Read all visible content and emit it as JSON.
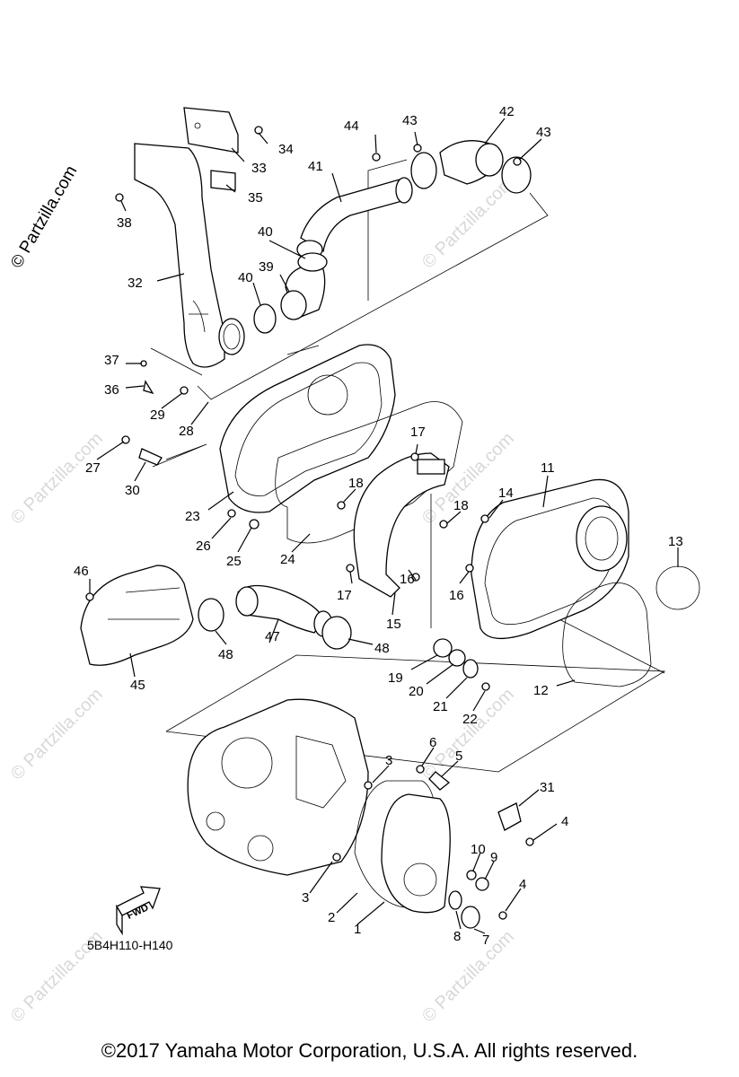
{
  "diagram": {
    "figure_code": "5B4H110-H140",
    "fwd_label": "FWD",
    "watermark_side": "© Partzilla.com",
    "watermark_tile": "© Partzilla.com",
    "callouts": {
      "c1": "1",
      "c2": "2",
      "c3a": "3",
      "c3b": "3",
      "c4a": "4",
      "c4b": "4",
      "c5": "5",
      "c6": "6",
      "c7": "7",
      "c8": "8",
      "c9": "9",
      "c10": "10",
      "c11": "11",
      "c12": "12",
      "c13": "13",
      "c14": "14",
      "c15": "15",
      "c16a": "16",
      "c16b": "16",
      "c17a": "17",
      "c17b": "17",
      "c18a": "18",
      "c18b": "18",
      "c19": "19",
      "c20": "20",
      "c21": "21",
      "c22": "22",
      "c23": "23",
      "c24": "24",
      "c25": "25",
      "c26": "26",
      "c27": "27",
      "c28": "28",
      "c29": "29",
      "c30": "30",
      "c31": "31",
      "c32": "32",
      "c33": "33",
      "c34": "34",
      "c35": "35",
      "c36": "36",
      "c37": "37",
      "c38": "38",
      "c39": "39",
      "c40a": "40",
      "c40b": "40",
      "c41": "41",
      "c42": "42",
      "c43a": "43",
      "c43b": "43",
      "c44": "44",
      "c45": "45",
      "c46": "46",
      "c47": "47",
      "c48a": "48",
      "c48b": "48"
    }
  },
  "footer": {
    "copyright": "©2017  Yamaha Motor Corporation, U.S.A. All rights reserved."
  }
}
